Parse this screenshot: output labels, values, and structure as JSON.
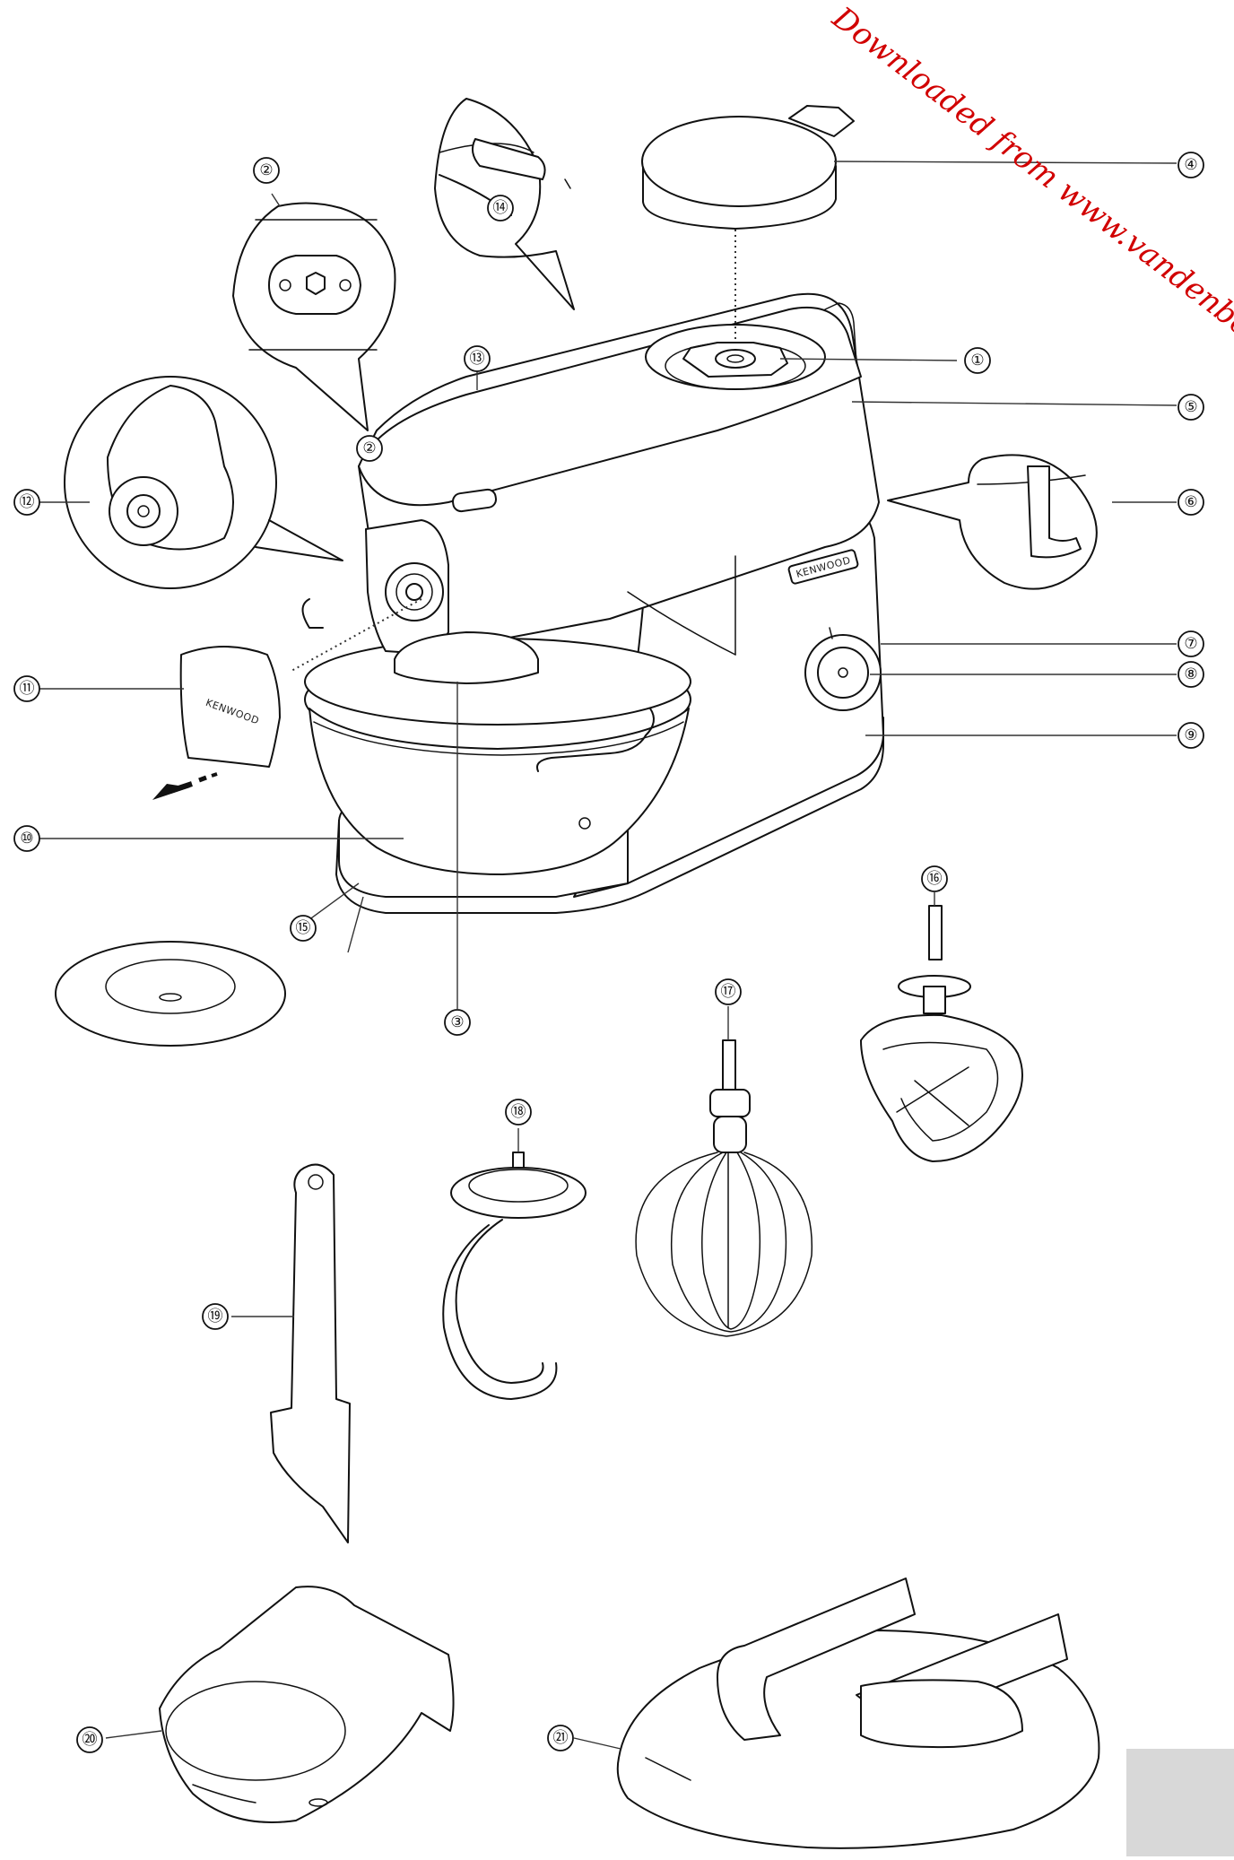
{
  "watermark": "Downloaded from www.vandenbor",
  "brand_text": "KENWOOD",
  "colors": {
    "watermark": "#d10000",
    "line": "#111111",
    "page_tab": "#d8d8d8"
  },
  "callouts": [
    {
      "id": "c1",
      "label": "①"
    },
    {
      "id": "c2a",
      "label": "②"
    },
    {
      "id": "c2b",
      "label": "②"
    },
    {
      "id": "c3",
      "label": "③"
    },
    {
      "id": "c4",
      "label": "④"
    },
    {
      "id": "c5",
      "label": "⑤"
    },
    {
      "id": "c6",
      "label": "⑥"
    },
    {
      "id": "c7",
      "label": "⑦"
    },
    {
      "id": "c8",
      "label": "⑧"
    },
    {
      "id": "c9",
      "label": "⑨"
    },
    {
      "id": "c10",
      "label": "⑩"
    },
    {
      "id": "c11",
      "label": "⑪"
    },
    {
      "id": "c12",
      "label": "⑫"
    },
    {
      "id": "c13",
      "label": "⑬"
    },
    {
      "id": "c14",
      "label": "⑭"
    },
    {
      "id": "c15",
      "label": "⑮"
    },
    {
      "id": "c16",
      "label": "⑯"
    },
    {
      "id": "c17",
      "label": "⑰"
    },
    {
      "id": "c18",
      "label": "⑱"
    },
    {
      "id": "c19",
      "label": "⑲"
    },
    {
      "id": "c20",
      "label": "⑳"
    },
    {
      "id": "c21",
      "label": "㉑"
    }
  ]
}
